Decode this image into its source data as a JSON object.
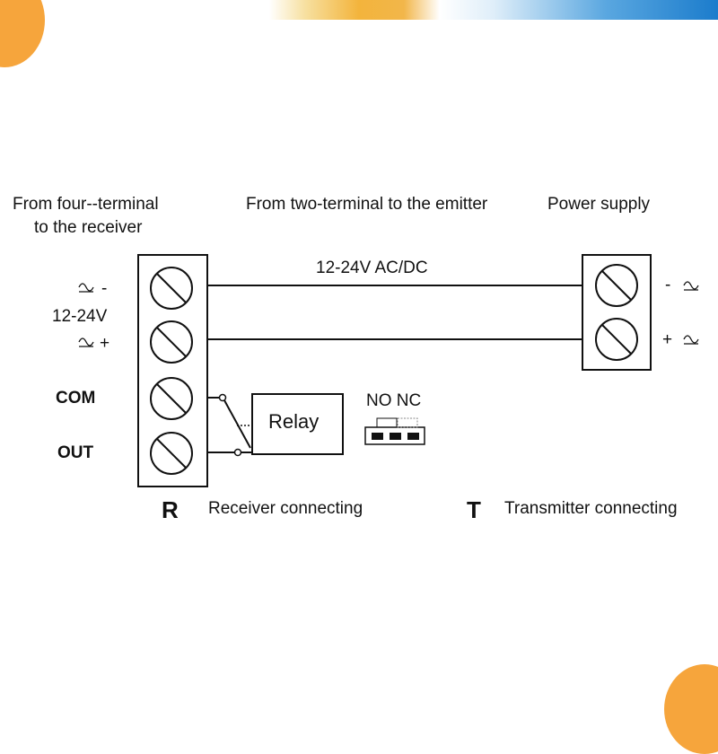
{
  "headings": {
    "left_line1": "From four--terminal",
    "left_line2": "to the receiver",
    "middle": "From two-terminal to the emitter",
    "right": "Power supply"
  },
  "left_terminals": {
    "minus": "-",
    "voltage": "12-24V",
    "plus": "+",
    "com": "COM",
    "out": "OUT"
  },
  "right_terminals": {
    "minus": "-",
    "plus": "+"
  },
  "wire_label": "12-24V AC/DC",
  "relay": {
    "label": "Relay",
    "jumper_label": "NO NC"
  },
  "legend": {
    "r_letter": "R",
    "r_text": "Receiver connecting",
    "t_letter": "T",
    "t_text": "Transmitter connecting"
  },
  "icons": [
    "ac-dc-symbol-icon",
    "screw-terminal-icon",
    "jumper-icon"
  ],
  "colors": {
    "line": "#111111",
    "accent_orange": "#f6a53c",
    "accent_blue": "#1b7ccc"
  }
}
